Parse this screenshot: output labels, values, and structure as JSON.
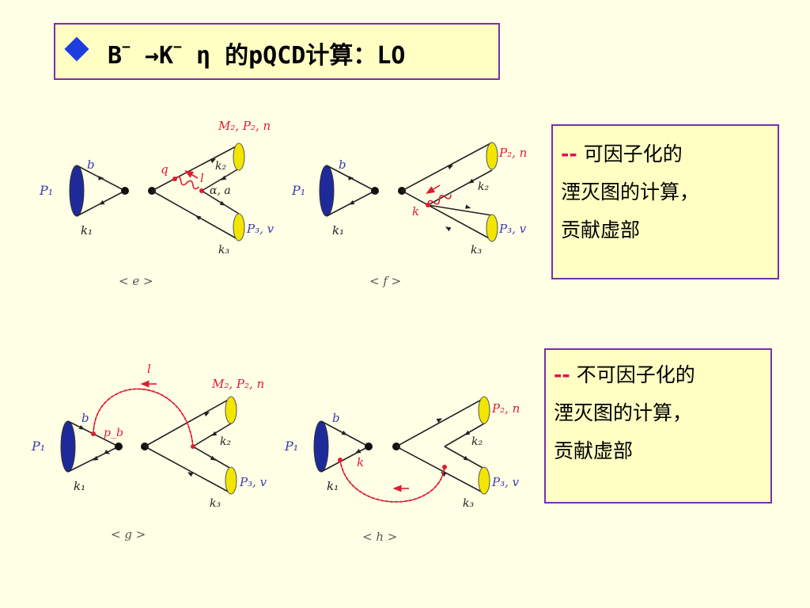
{
  "title": {
    "text_b": "B",
    "sup1": "−",
    "arrow": " →K",
    "sup2": "−",
    "rest": " η 的pQCD计算：LO"
  },
  "notes": [
    {
      "dash": "--",
      "line1": " 可因子化的",
      "line2": "湮灭图的计算，",
      "line3": "贡献虚部"
    },
    {
      "dash": "--",
      "line1": " 不可因子化的",
      "line2": "湮灭图的计算，",
      "line3": "贡献虚部"
    }
  ],
  "diagrams": {
    "e": {
      "caption": "< e >",
      "P1": "P₁",
      "b": "b",
      "k1": "k₁",
      "q": "q",
      "l": "l",
      "k2": "k₂",
      "alpha": "α, a",
      "M2": "M₂, P₂, n",
      "P3": "P₃, v",
      "k3": "k₃"
    },
    "f": {
      "caption": "< f >",
      "P1": "P₁",
      "b": "b",
      "k1": "k₁",
      "k": "k",
      "k2": "k₂",
      "P2": "P₂, n",
      "P3": "P₃, v",
      "k3": "k₃"
    },
    "g": {
      "caption": "< g >",
      "P1": "P₁",
      "b": "b",
      "k1": "k₁",
      "pb": "p_b",
      "l": "l",
      "k2": "k₂",
      "M2": "M₂, P₂, n",
      "P3": "P₃, v",
      "k3": "k₃"
    },
    "h": {
      "caption": "< h >",
      "P1": "P₁",
      "b": "b",
      "k1": "k₁",
      "k": "k",
      "k2": "k₂",
      "P2": "P₂, n",
      "P3": "P₃, v",
      "k3": "k₃"
    }
  },
  "colors": {
    "border": "#7A2FA8",
    "meson_blue": "#1F2A9A",
    "meson_yellow": "#F2E600",
    "gluon": "#E01B2F"
  }
}
